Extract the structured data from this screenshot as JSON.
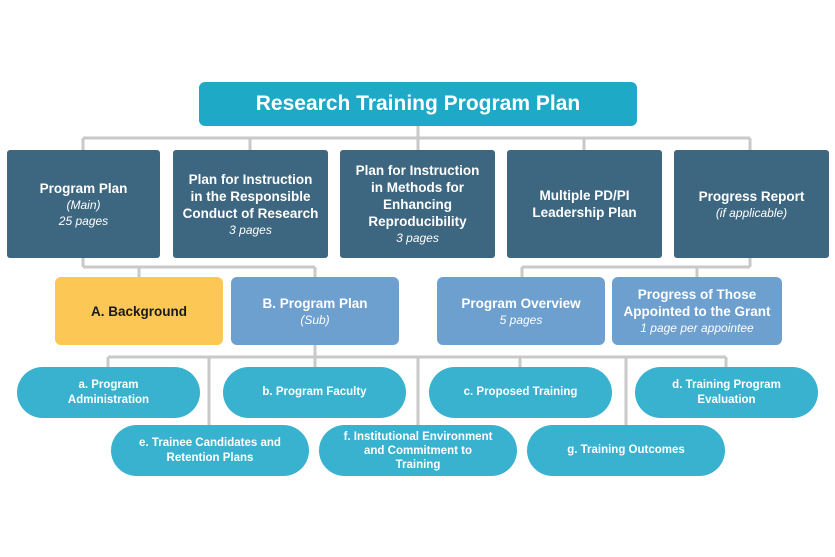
{
  "title": "Research Training Program Plan",
  "top_level": [
    {
      "label": "Program Plan",
      "note": "(Main)",
      "pages": "25 pages"
    },
    {
      "label": [
        "Plan for Instruction",
        "in the Responsible",
        "Conduct of Research"
      ],
      "pages": "3 pages"
    },
    {
      "label": [
        "Plan for Instruction",
        "in Methods for",
        "Enhancing",
        "Reproducibility"
      ],
      "pages": "3 pages"
    },
    {
      "label": [
        "Multiple PD/PI",
        "Leadership Plan"
      ]
    },
    {
      "label": "Progress Report",
      "note": "(if applicable)"
    }
  ],
  "second_level": [
    {
      "label": "A. Background"
    },
    {
      "label": "B. Program Plan",
      "note": "(Sub)"
    },
    {
      "label": "Program Overview",
      "pages": "5 pages"
    },
    {
      "label": [
        "Progress of Those",
        "Appointed to the Grant"
      ],
      "pages": "1 page per appointee"
    }
  ],
  "third_level": [
    {
      "label": [
        "a. Program",
        "Administration"
      ]
    },
    {
      "label": "b. Program Faculty"
    },
    {
      "label": "c. Proposed Training"
    },
    {
      "label": [
        "d. Training Program",
        "Evaluation"
      ]
    },
    {
      "label": [
        "e. Trainee Candidates and",
        "Retention Plans"
      ]
    },
    {
      "label": [
        "f. Institutional Environment",
        "and Commitment to",
        "Training"
      ]
    },
    {
      "label": "g. Training Outcomes"
    }
  ],
  "colors": {
    "title": "#1ea9c6",
    "top_level": "#3d6680",
    "second_level": "#6d9fcf",
    "highlight": "#fcc755",
    "third_level": "#39b2cf",
    "connector": "#c9c9c9"
  }
}
